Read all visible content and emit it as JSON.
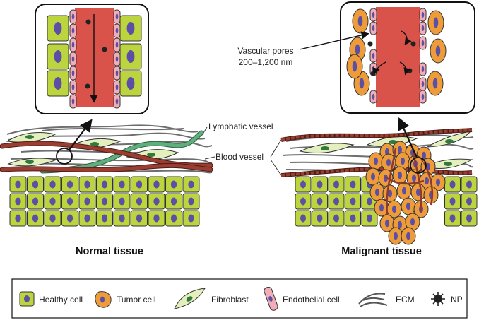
{
  "panels": {
    "normal": {
      "title": "Normal tissue"
    },
    "malignant": {
      "title": "Malignant tissue"
    }
  },
  "annotations": {
    "lymphatic": "Lymphatic vessel",
    "blood": "Blood vessel",
    "pores_line1": "Vascular pores",
    "pores_line2": "200–1,200 nm"
  },
  "legend": {
    "items": [
      {
        "label": "Healthy cell",
        "icon": "healthy-cell-icon"
      },
      {
        "label": "Tumor cell",
        "icon": "tumor-cell-icon"
      },
      {
        "label": "Fibroblast",
        "icon": "fibroblast-icon"
      },
      {
        "label": "Endothelial cell",
        "icon": "endothelial-cell-icon"
      },
      {
        "label": "ECM",
        "icon": "ecm-icon"
      },
      {
        "label": "NP",
        "icon": "np-icon"
      }
    ]
  },
  "colors": {
    "healthy_cell": "#bcd43e",
    "nucleus": "#5b4fa6",
    "tumor_cell": "#ee9b3a",
    "fibroblast": "#e4efbe",
    "fibroblast_nucleus": "#2f7a3c",
    "endothelial": "#f2aeb8",
    "blood": "#d9534a",
    "blood_vessel": "#8e3a2f",
    "lymphatic": "#4f9a6d",
    "ecm": "#444444"
  }
}
